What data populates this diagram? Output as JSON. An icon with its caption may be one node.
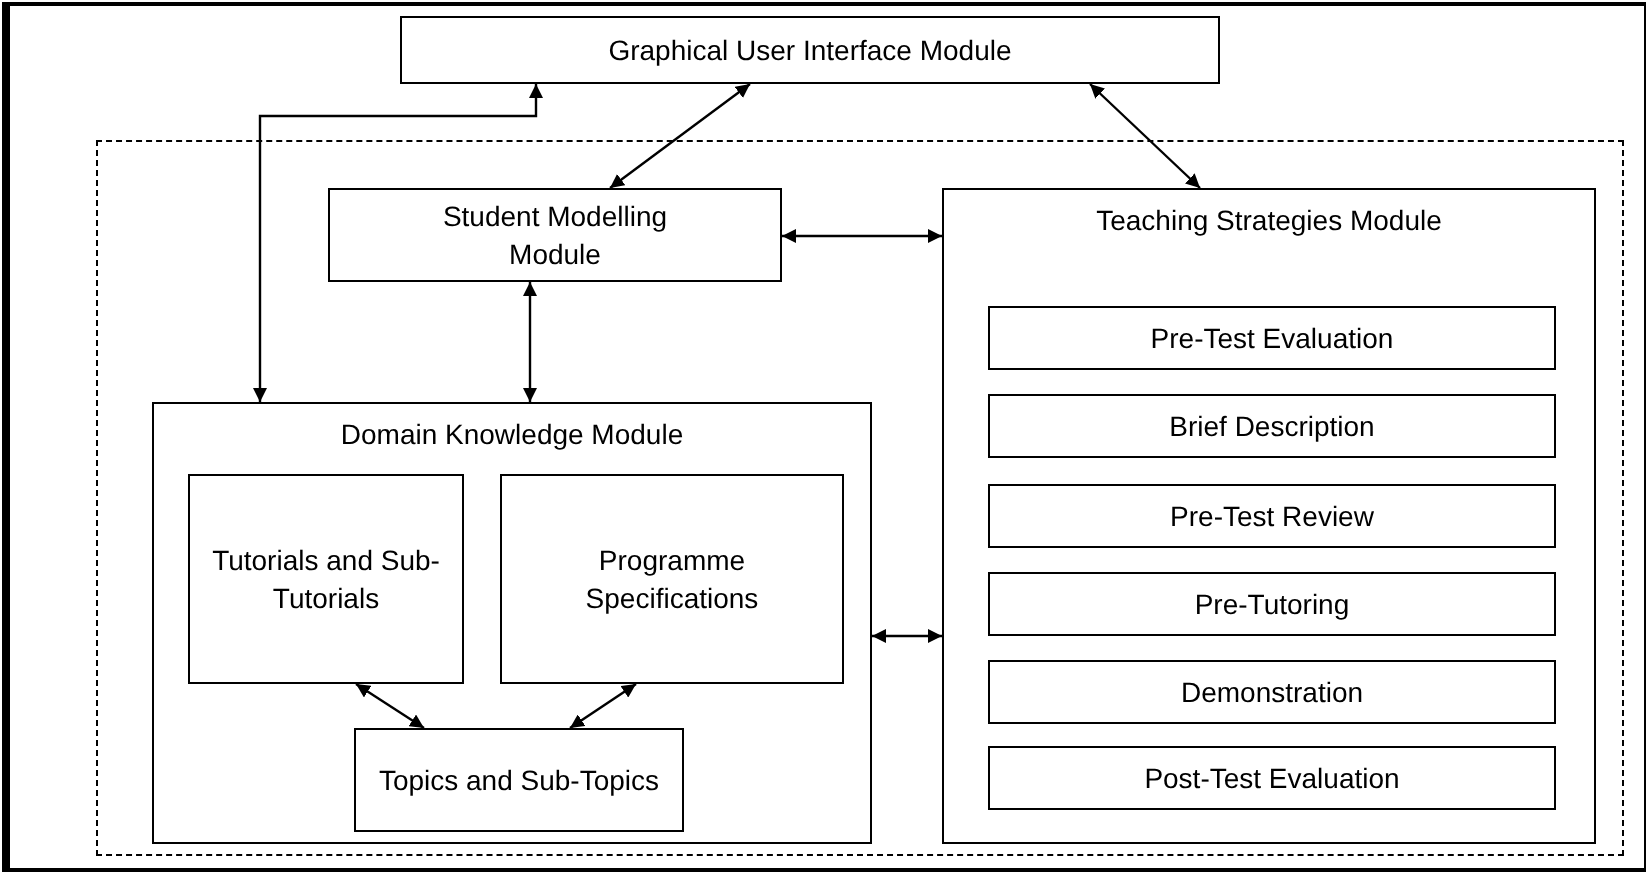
{
  "diagram": {
    "nodes": [
      {
        "text": [
          "Graphical User Interface Module"
        ]
      },
      {
        "text": [],
        "shape": "box"
      },
      {
        "text": [
          "Student Modelling Module"
        ],
        "in": 1
      },
      {
        "text": [
          "Teaching Strategies Module"
        ],
        "in": 1
      },
      {
        "text": [
          "Pre-Test Evaluation"
        ],
        "in": 3
      },
      {
        "text": [
          "Brief Description"
        ],
        "in": 3
      },
      {
        "text": [
          "Pre-Test Review"
        ],
        "in": 3
      },
      {
        "text": [
          "Pre-Tutoring"
        ],
        "in": 3
      },
      {
        "text": [
          "Demonstration"
        ],
        "in": 3
      },
      {
        "text": [
          "Post-Test Evaluation"
        ],
        "in": 3
      },
      {
        "text": [
          "Domain Knowledge Module"
        ],
        "in": 1
      },
      {
        "text": [
          "Tutorials and Sub-Tutorials"
        ],
        "in": 10
      },
      {
        "text": [
          "Programme Specifications"
        ],
        "in": 10
      },
      {
        "text": [
          "Topics and Sub-Topics"
        ],
        "in": 10
      }
    ],
    "edges": [
      {
        "from": 0,
        "to": 2,
        "arrow": "both"
      },
      {
        "from": 0,
        "to": 3,
        "arrow": "both"
      },
      {
        "from": 0,
        "to": 10,
        "arrow": "both"
      },
      {
        "from": 2,
        "to": 3,
        "arrow": "both"
      },
      {
        "from": 2,
        "to": 10,
        "arrow": "both"
      },
      {
        "from": 11,
        "to": 13,
        "arrow": "both"
      },
      {
        "from": 12,
        "to": 13,
        "arrow": "both"
      },
      {
        "from": 10,
        "to": 3,
        "arrow": "both"
      }
    ]
  }
}
